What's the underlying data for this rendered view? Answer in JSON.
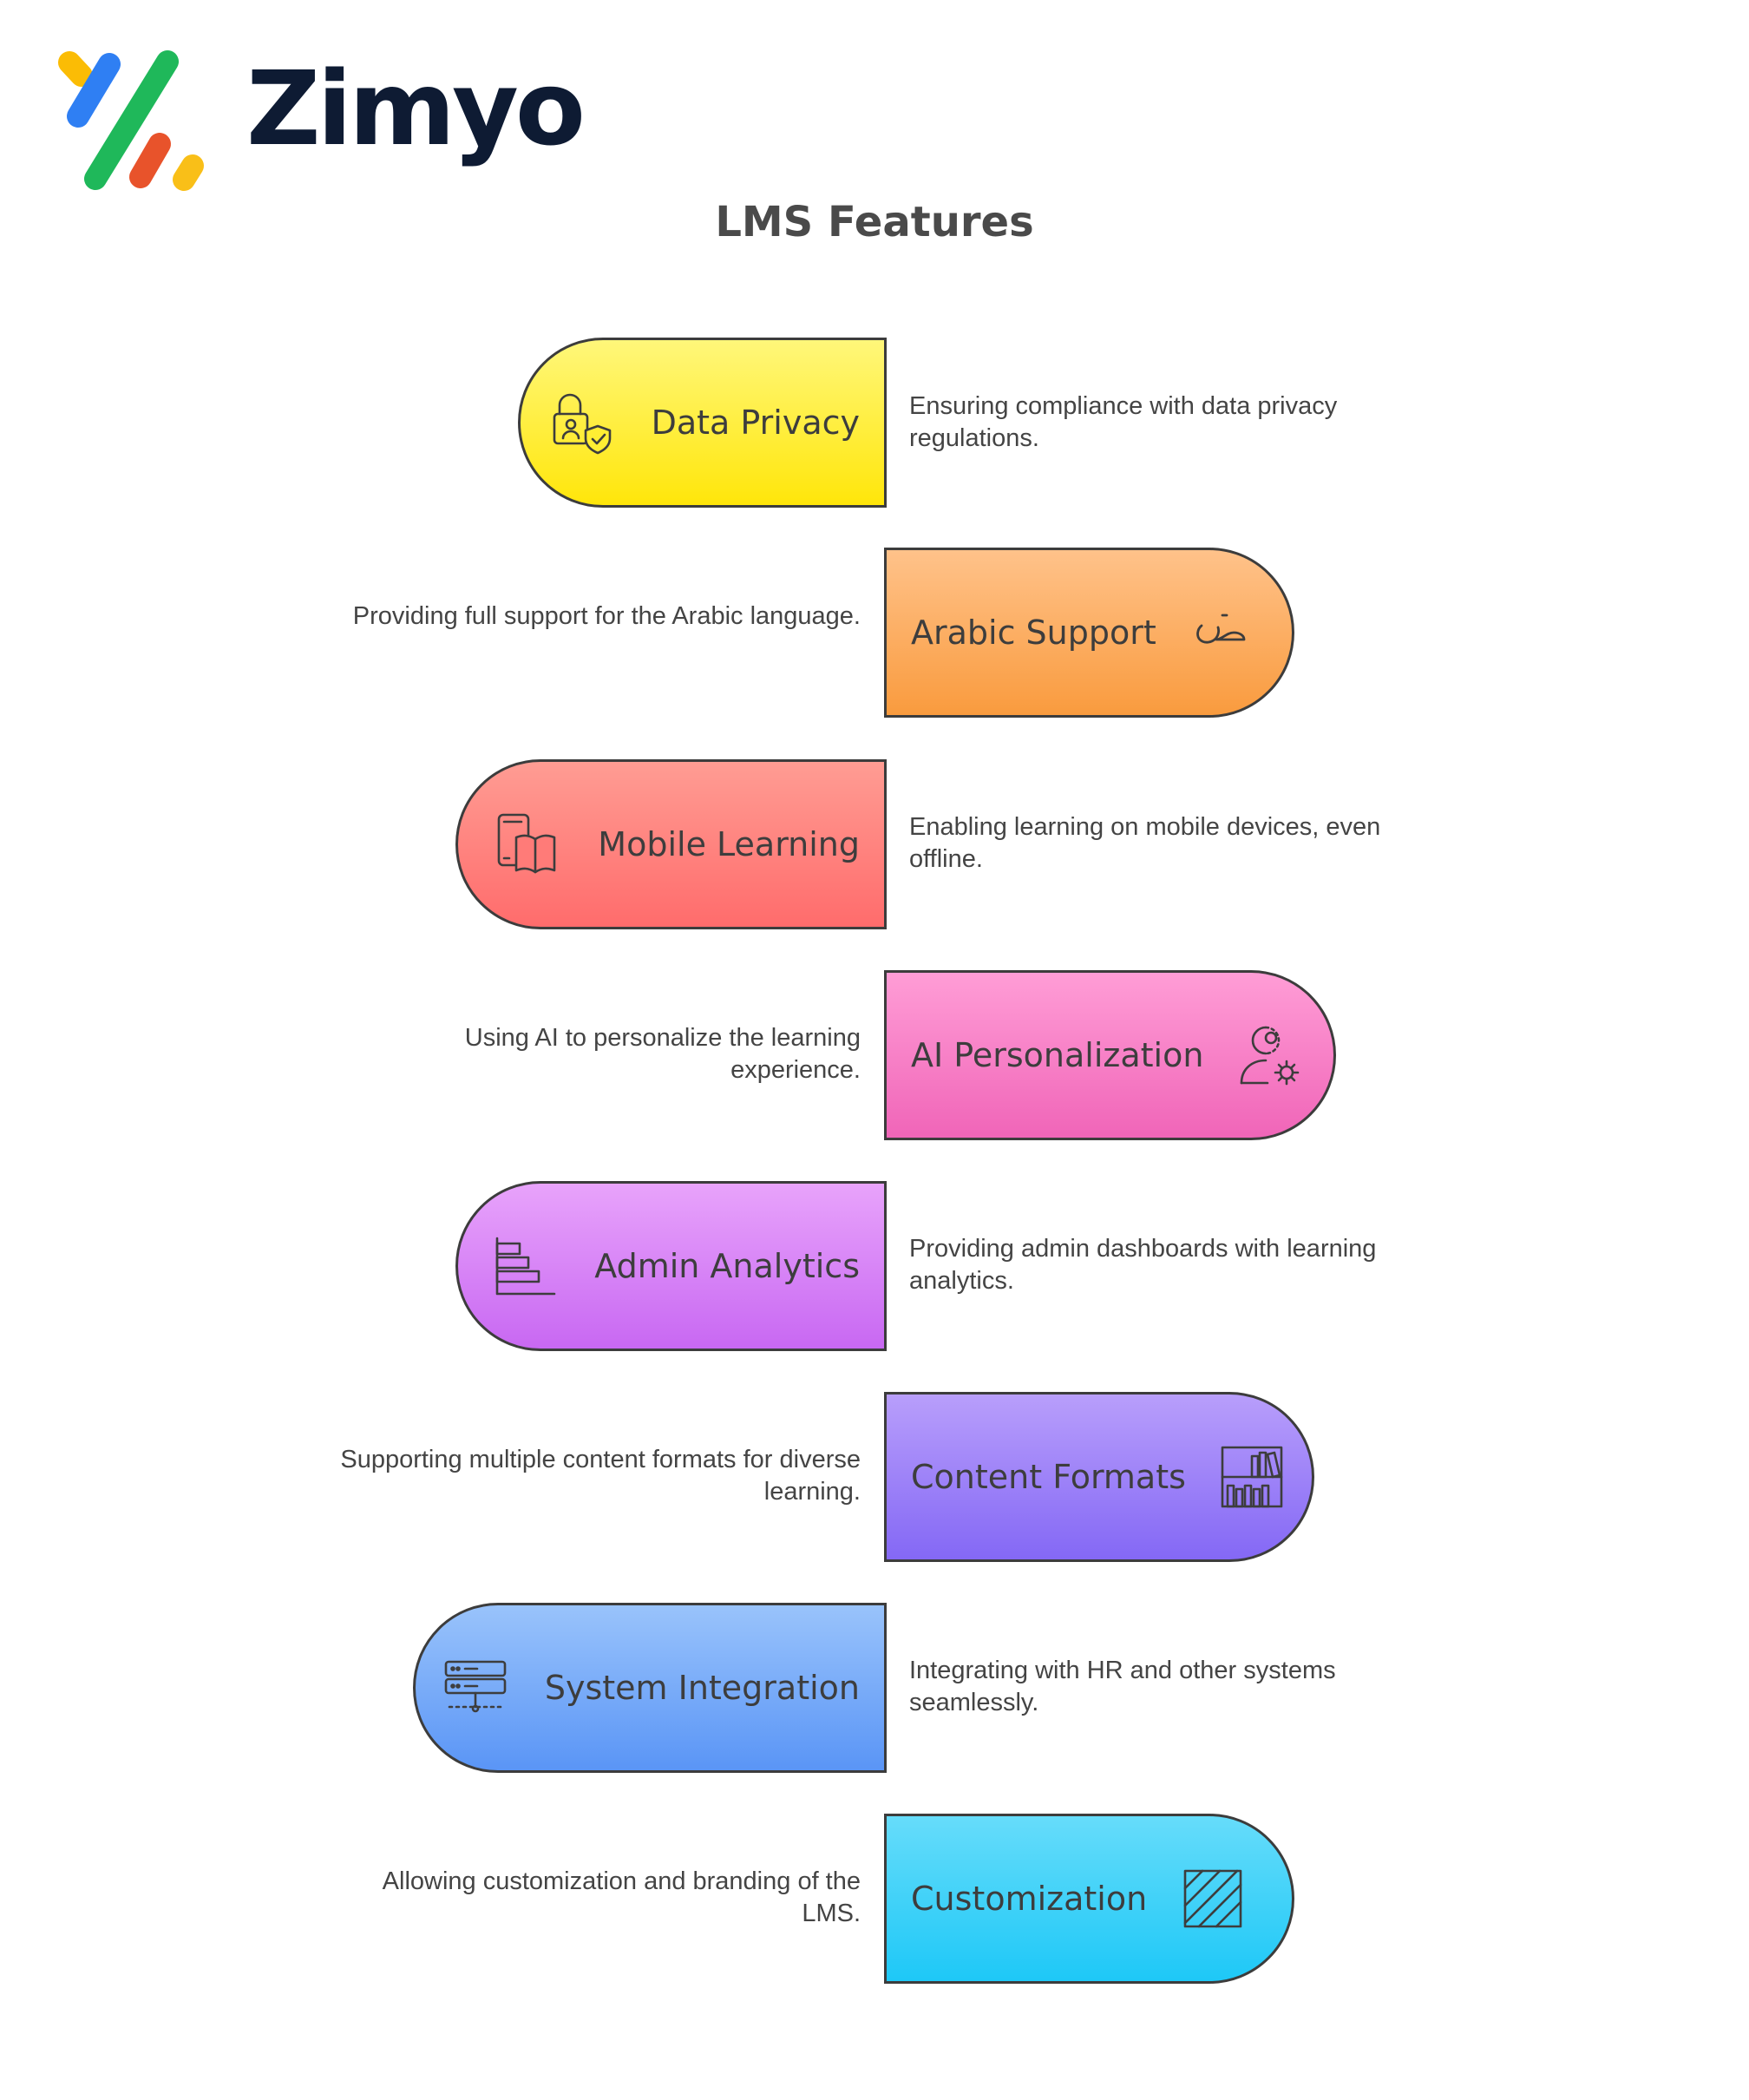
{
  "brand": {
    "name": "Zimyo",
    "colors": [
      "#FBBC05",
      "#2F7FF3",
      "#1FB85A",
      "#E8532B",
      "#F9BF18"
    ]
  },
  "title": "LMS Features",
  "features": [
    {
      "label": "Data Privacy",
      "description": "Ensuring compliance with data privacy regulations.",
      "icon": "lock-user-shield-icon",
      "color": "#FFEE33",
      "side": "left"
    },
    {
      "label": "Arabic Support",
      "description": "Providing full support for the Arabic language.",
      "icon": "arabic-letter-icon",
      "color": "#FBA854",
      "side": "right"
    },
    {
      "label": "Mobile Learning",
      "description": "Enabling learning on mobile devices, even offline.",
      "icon": "mobile-book-icon",
      "color": "#FF7B78",
      "side": "left"
    },
    {
      "label": "AI Personalization",
      "description": "Using AI to personalize the learning experience.",
      "icon": "ai-head-gear-icon",
      "color": "#F77CC4",
      "side": "right"
    },
    {
      "label": "Admin Analytics",
      "description": "Providing admin dashboards with learning analytics.",
      "icon": "bar-chart-icon",
      "color": "#D681F5",
      "side": "left"
    },
    {
      "label": "Content Formats",
      "description": "Supporting multiple content formats for diverse learning.",
      "icon": "bookshelf-icon",
      "color": "#9A7EF8",
      "side": "right"
    },
    {
      "label": "System Integration",
      "description": "Integrating with HR and other systems seamlessly.",
      "icon": "server-network-icon",
      "color": "#70A6F8",
      "side": "left"
    },
    {
      "label": "Customization",
      "description": "Allowing customization and branding of the LMS.",
      "icon": "hatched-square-icon",
      "color": "#38CFF8",
      "side": "right"
    }
  ]
}
